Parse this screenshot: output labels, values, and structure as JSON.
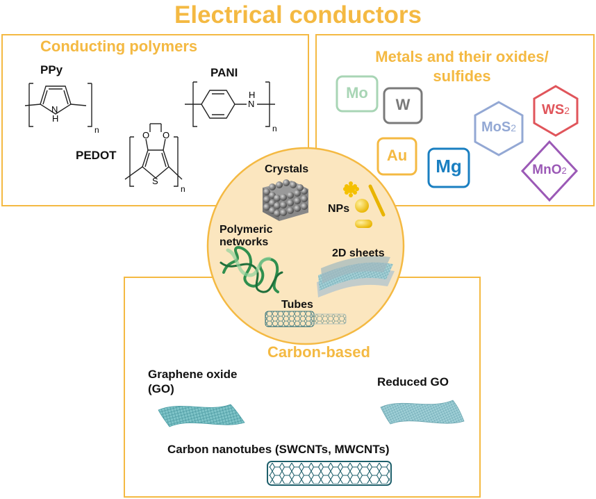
{
  "title": "Electrical conductors",
  "polymers": {
    "heading": "Conducting polymers",
    "ppy": "PPy",
    "ppy_nh": "H",
    "ppy_n": "N",
    "pani": "PANI",
    "pani_nh": "H",
    "pani_n": "N",
    "pedot": "PEDOT",
    "pedot_o1": "O",
    "pedot_o2": "O",
    "pedot_s": "S",
    "sub_n": "n"
  },
  "metals": {
    "heading_line1": "Metals and their oxides/",
    "heading_line2": "sulfides",
    "mo": "Mo",
    "w": "W",
    "au": "Au",
    "mg": "Mg",
    "mos2_base": "MoS",
    "mos2_sub": "2",
    "ws2_base": "WS",
    "ws2_sub": "2",
    "mno2_base": "MnO",
    "mno2_sub": "2",
    "colors": {
      "mo": "#a8d5b5",
      "w": "#7a7a7a",
      "au": "#f4b942",
      "mg": "#1a7fc1",
      "mos2": "#93a8d4",
      "ws2": "#e0555b",
      "mno2": "#9b59b6"
    }
  },
  "center": {
    "crystals": "Crystals",
    "nps": "NPs",
    "polymeric_line1": "Polymeric",
    "polymeric_line2": "networks",
    "sheets": "2D sheets",
    "tubes": "Tubes"
  },
  "carbon": {
    "heading": "Carbon-based",
    "go_line1": "Graphene oxide",
    "go_line2": "(GO)",
    "rgo": "Reduced GO",
    "cnt": "Carbon nanotubes (SWCNTs, MWCNTs)"
  },
  "accent_color": "#f4b942"
}
